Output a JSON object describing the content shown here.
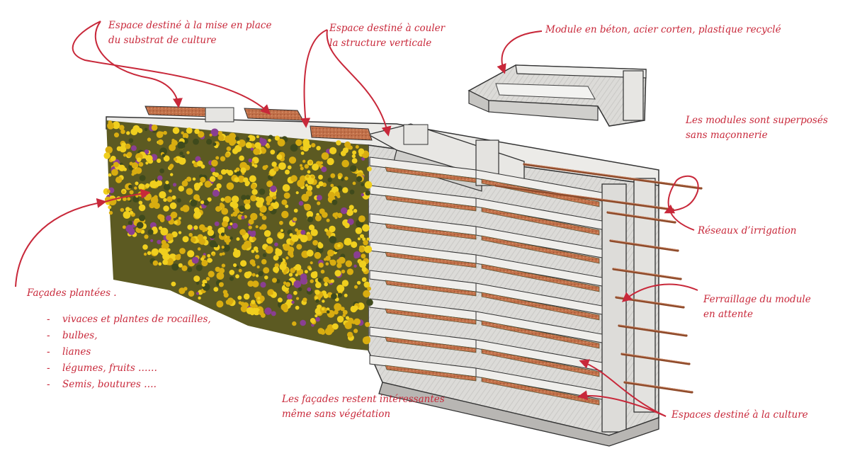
{
  "labels": {
    "substrat": {
      "l1": "Espace destiné à la mise en place",
      "l2": "du substrat de culture"
    },
    "couler": {
      "l1": "Espace destiné à couler",
      "l2": "la structure verticale"
    },
    "module": {
      "l1": "Module en béton, acier corten, plastique recyclé"
    },
    "superposes": {
      "l1": "Les modules sont superposés",
      "l2": "sans maçonnerie"
    },
    "irrigation": {
      "l1": "Réseaux d’irrigation"
    },
    "ferraillage": {
      "l1": "Ferraillage du module",
      "l2": "en attente"
    },
    "culture": {
      "l1": "Espaces destiné à la culture"
    },
    "interessantes": {
      "l1": "Les façades restent intéressantes",
      "l2": "même sans végétation"
    },
    "facades": {
      "title": "Façades plantées .",
      "items": [
        "vivaces et plantes de rocailles,",
        "bulbes,",
        "lianes",
        "légumes, fruits ……",
        "Semis, boutures …."
      ]
    }
  },
  "colors": {
    "annotation": "#c8283a",
    "concrete": "#e1e0dd",
    "concrete_shadow": "#b8b6b3",
    "soil": "#c2714a",
    "foliage": "#e8c215",
    "foliage_dark": "#5c5a22",
    "flower": "#8a3f92",
    "rebar": "#8e4a2a"
  }
}
